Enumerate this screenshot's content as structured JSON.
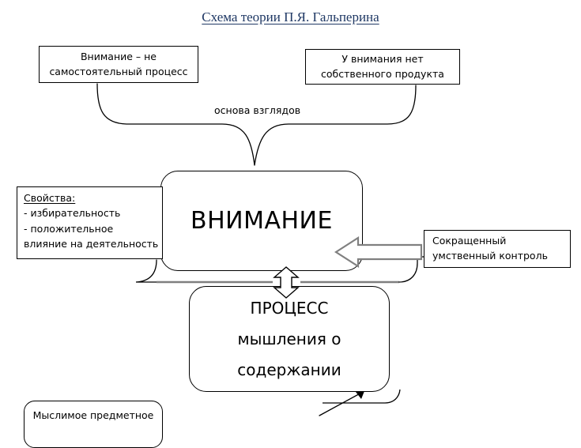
{
  "title": "Схема теории П.Я. Гальперина",
  "title_color": "#1f3864",
  "nodes": {
    "attention_not_independent": {
      "line1": "Внимание – не",
      "line2": "самостоятельный процесс"
    },
    "no_own_product": {
      "line1": "У внимания нет",
      "line2": "собственного  продукта"
    },
    "properties": {
      "heading": "Свойства:",
      "item1": " - избирательность",
      "item2": " - положительное",
      "item3": "влияние на деятельность"
    },
    "attention": {
      "label": "ВНИМАНИЕ"
    },
    "process": {
      "line1": "ПРОЦЕСС",
      "line2": "мышления о",
      "line3": "содержании"
    },
    "reduced_mental_control": {
      "line1": "Сокращенный",
      "line2": "умственный контроль"
    },
    "thinkable_objective": {
      "line1": "Мыслимое предметное"
    }
  },
  "edges": {
    "basis_of_views_label": "основа взглядов"
  },
  "colors": {
    "stroke": "#000000",
    "block_arrow_stroke": "#808080",
    "node_fill": "#ffffff",
    "text": "#000000"
  }
}
